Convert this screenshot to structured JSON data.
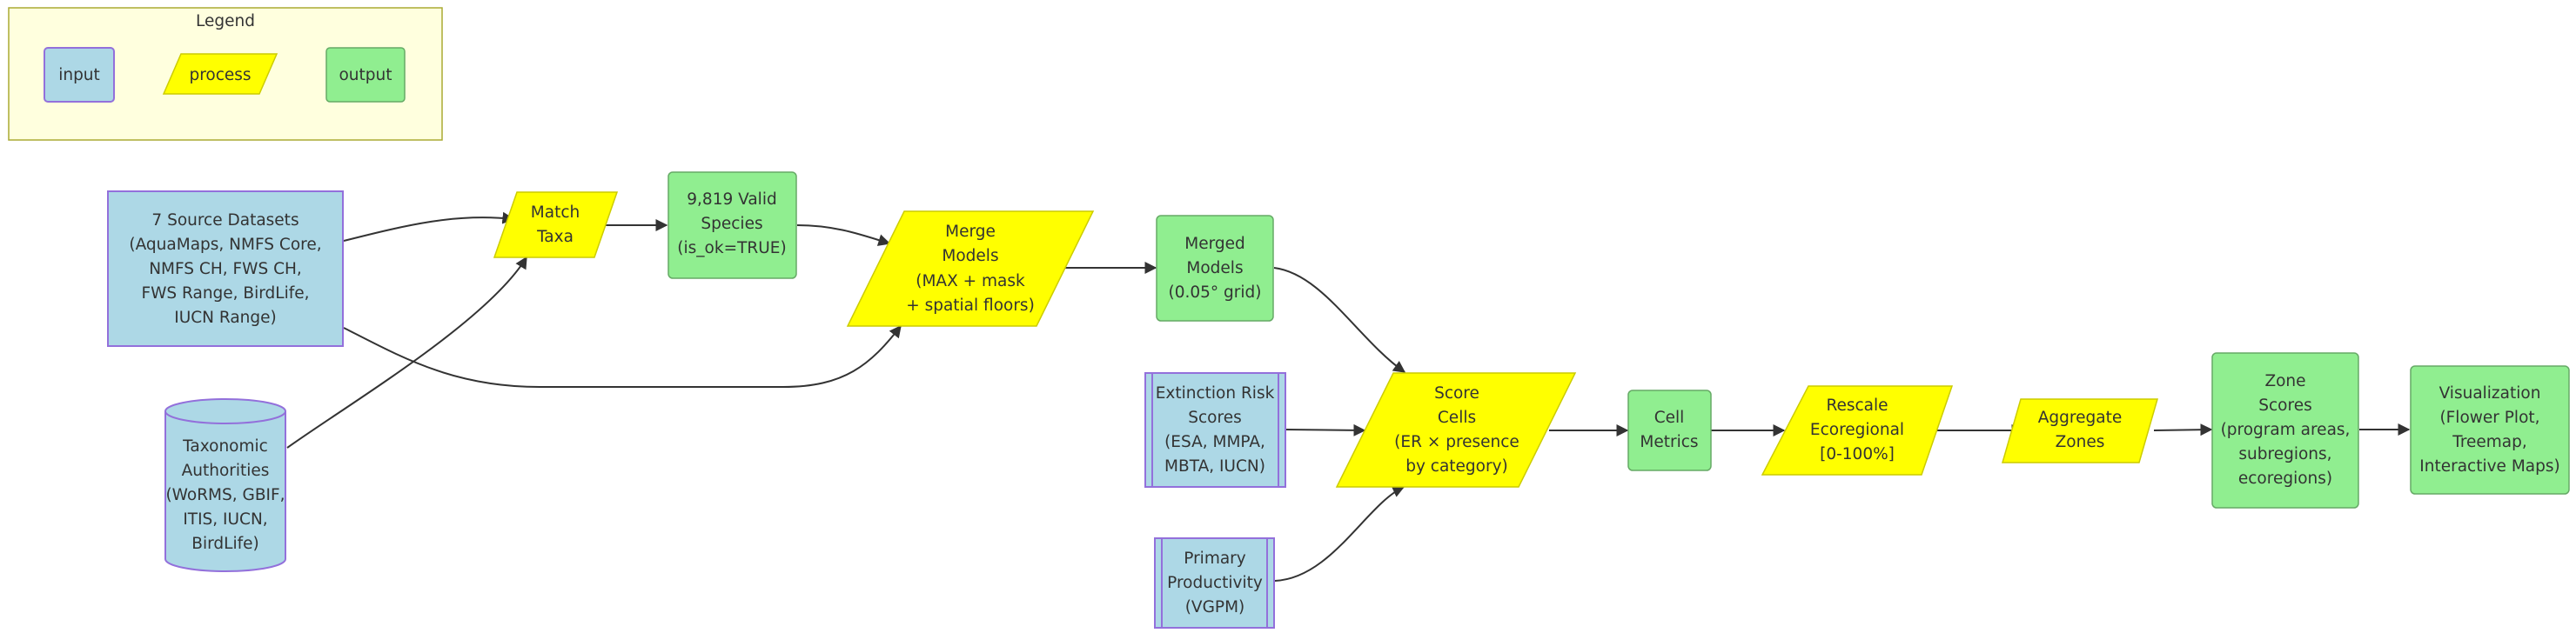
{
  "legend": {
    "title": "Legend",
    "input": "input",
    "process": "process",
    "output": "output"
  },
  "nodes": {
    "source_datasets": [
      "7 Source Datasets",
      "(AquaMaps, NMFS Core,",
      "NMFS CH, FWS CH,",
      "FWS Range, BirdLife,",
      "IUCN Range)"
    ],
    "taxonomic_authorities": [
      "Taxonomic",
      "Authorities",
      "(WoRMS, GBIF,",
      "ITIS, IUCN,",
      "BirdLife)"
    ],
    "match_taxa": [
      "Match",
      "Taxa"
    ],
    "valid_species": [
      "9,819 Valid",
      "Species",
      "(is_ok=TRUE)"
    ],
    "merge_models": [
      "Merge",
      "Models",
      "(MAX + mask",
      "+ spatial floors)"
    ],
    "merged_models": [
      "Merged",
      "Models",
      "(0.05° grid)"
    ],
    "extinction_risk": [
      "Extinction Risk",
      "Scores",
      "(ESA, MMPA,",
      "MBTA, IUCN)"
    ],
    "primary_productivity": [
      "Primary",
      "Productivity",
      "(VGPM)"
    ],
    "score_cells": [
      "Score",
      "Cells",
      "(ER × presence",
      "by category)"
    ],
    "cell_metrics": [
      "Cell",
      "Metrics"
    ],
    "rescale": [
      "Rescale",
      "Ecoregional",
      "[0-100%]"
    ],
    "aggregate": [
      "Aggregate",
      "Zones"
    ],
    "zone_scores": [
      "Zone",
      "Scores",
      "(program areas,",
      "subregions,",
      "ecoregions)"
    ],
    "visualization": [
      "Visualization",
      "(Flower Plot,",
      "Treemap,",
      "Interactive Maps)"
    ]
  },
  "colors": {
    "input": "#add8e6",
    "process": "#ffff00",
    "output": "#90ee90",
    "input_border": "#9370db",
    "legend_background": "#ffffde"
  }
}
